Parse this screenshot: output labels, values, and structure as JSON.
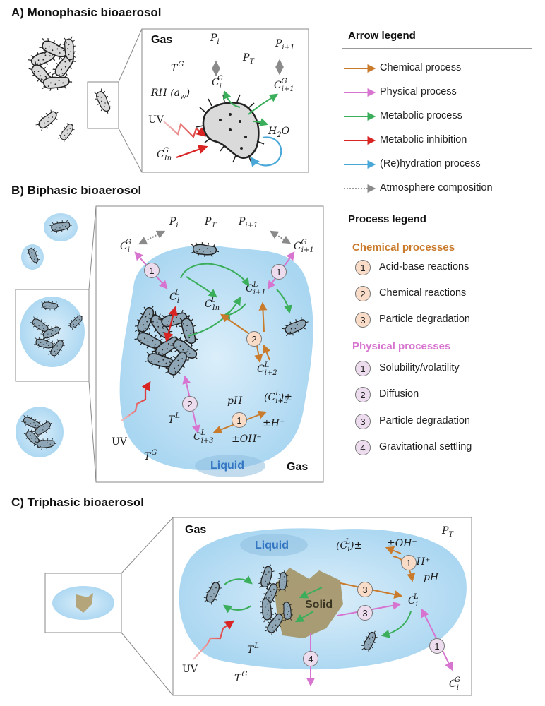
{
  "sections": {
    "a": "A) Monophasic bioaerosol",
    "b": "B) Biphasic bioaerosol",
    "c": "C) Triphasic bioaerosol"
  },
  "phases": {
    "gas": "Gas",
    "liquid": "Liquid",
    "solid": "Solid"
  },
  "uv": "UV",
  "arrow_legend": {
    "title": "Arrow legend",
    "items": [
      {
        "label": "Chemical process",
        "color": "#c97a2b",
        "style": "solid"
      },
      {
        "label": "Physical process",
        "color": "#d774cf",
        "style": "solid"
      },
      {
        "label": "Metabolic process",
        "color": "#3aae5a",
        "style": "solid"
      },
      {
        "label": "Metabolic inhibition",
        "color": "#d92424",
        "style": "solid"
      },
      {
        "label": "(Re)hydration process",
        "color": "#4aa8d8",
        "style": "solid"
      },
      {
        "label": "Atmosphere composition",
        "color": "#9a9a9a",
        "style": "dotted"
      }
    ]
  },
  "process_legend": {
    "title": "Process legend",
    "chemical": {
      "title": "Chemical processes",
      "color": "#c97a2b",
      "items": [
        {
          "num": "1",
          "label": "Acid-base reactions"
        },
        {
          "num": "2",
          "label": "Chemical reactions"
        },
        {
          "num": "3",
          "label": "Particle degradation"
        }
      ]
    },
    "physical": {
      "title": "Physical processes",
      "color": "#d774cf",
      "items": [
        {
          "num": "1",
          "label": "Solubility/volatility"
        },
        {
          "num": "2",
          "label": "Diffusion"
        },
        {
          "num": "3",
          "label": "Particle degradation"
        },
        {
          "num": "4",
          "label": "Gravitational settling"
        }
      ]
    }
  },
  "panel_a": {
    "labels": [
      {
        "id": "pi",
        "base": "P",
        "sub": "i",
        "sup": ""
      },
      {
        "id": "ptot",
        "base": "P",
        "sub": "T",
        "sup": ""
      },
      {
        "id": "pi1",
        "base": "P",
        "sub": "i+1",
        "sup": ""
      },
      {
        "id": "tg",
        "base": "T",
        "sub": "",
        "sup": "G"
      },
      {
        "id": "rh",
        "base": "RH (a",
        "sub": "w",
        "sup": "",
        "tail": ")"
      },
      {
        "id": "cig",
        "base": "C",
        "sub": "i",
        "sup": "G"
      },
      {
        "id": "ci1g",
        "base": "C",
        "sub": "i+1",
        "sup": "G"
      },
      {
        "id": "cing",
        "base": "C",
        "sub": "In",
        "sup": "G"
      },
      {
        "id": "h2o",
        "base": "H",
        "sub": "2",
        "sup": "",
        "tail": "O"
      }
    ]
  },
  "panel_b": {
    "labels": [
      {
        "id": "pi",
        "base": "P",
        "sub": "i",
        "sup": ""
      },
      {
        "id": "ptot",
        "base": "P",
        "sub": "T",
        "sup": ""
      },
      {
        "id": "pi1",
        "base": "P",
        "sub": "i+1",
        "sup": ""
      },
      {
        "id": "cig",
        "base": "C",
        "sub": "i",
        "sup": "G"
      },
      {
        "id": "ci1g",
        "base": "C",
        "sub": "i+1",
        "sup": "G"
      },
      {
        "id": "cil",
        "base": "C",
        "sub": "i",
        "sup": "L"
      },
      {
        "id": "cinl",
        "base": "C",
        "sub": "In",
        "sup": "L"
      },
      {
        "id": "ci1l",
        "base": "C",
        "sub": "i+1",
        "sup": "L"
      },
      {
        "id": "ci2l",
        "base": "C",
        "sub": "i+2",
        "sup": "L"
      },
      {
        "id": "ci3l",
        "base": "C",
        "sub": "i+3",
        "sup": "L"
      },
      {
        "id": "ci3lpm",
        "base": "(C",
        "sub": "i+3",
        "sup": "L",
        "tail": ")±"
      },
      {
        "id": "ph",
        "base": "pH",
        "sub": "",
        "sup": ""
      },
      {
        "id": "hplus",
        "base": "±H⁺",
        "sub": "",
        "sup": ""
      },
      {
        "id": "ohminus",
        "base": "±OH⁻",
        "sub": "",
        "sup": ""
      },
      {
        "id": "tl",
        "base": "T",
        "sub": "",
        "sup": "L"
      },
      {
        "id": "tg",
        "base": "T",
        "sub": "",
        "sup": "G"
      }
    ]
  },
  "panel_c": {
    "labels": [
      {
        "id": "ptot",
        "base": "P",
        "sub": "T",
        "sup": ""
      },
      {
        "id": "cilpm",
        "base": "(C",
        "sub": "i",
        "sup": "L",
        "tail": ")±"
      },
      {
        "id": "ohminus",
        "base": "±OH⁻",
        "sub": "",
        "sup": ""
      },
      {
        "id": "hplus",
        "base": "±H⁺",
        "sub": "",
        "sup": ""
      },
      {
        "id": "ph",
        "base": "pH",
        "sub": "",
        "sup": ""
      },
      {
        "id": "cil",
        "base": "C",
        "sub": "i",
        "sup": "L"
      },
      {
        "id": "cig",
        "base": "C",
        "sub": "i",
        "sup": "G"
      },
      {
        "id": "tl",
        "base": "T",
        "sub": "",
        "sup": "L"
      },
      {
        "id": "tg",
        "base": "T",
        "sub": "",
        "sup": "G"
      }
    ]
  },
  "badges": {
    "b_left_1": "1",
    "b_right_1": "1",
    "b_chem_2": "2",
    "b_phys_2": "2",
    "b_chem_1": "1",
    "c_chem_1": "1",
    "c_chem_3": "3",
    "c_phys_3": "3",
    "c_phys_4": "4",
    "c_phys_1": "1"
  }
}
